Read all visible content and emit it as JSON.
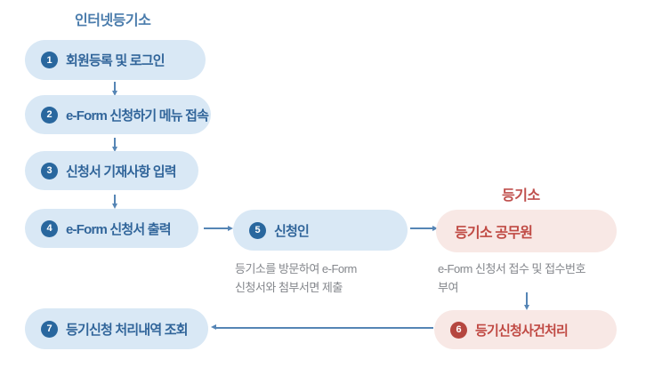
{
  "lanes": {
    "internet_registry_title": "인터넷등기소",
    "registry_office_title": "등기소"
  },
  "steps": [
    {
      "num": "1",
      "label": "회원등록 및 로그인"
    },
    {
      "num": "2",
      "label": "e-Form 신청하기 메뉴 접속"
    },
    {
      "num": "3",
      "label": "신청서 기재사항 입력"
    },
    {
      "num": "4",
      "label": "e-Form 신청서 출력"
    },
    {
      "num": "5",
      "label": "신청인",
      "desc_line1": "등기소를 방문하여 e-Form",
      "desc_line2": "신청서와 첨부서면 제출"
    },
    {
      "num": "6",
      "label": "등기신청사건처리"
    },
    {
      "num": "7",
      "label": "등기신청 처리내역 조회"
    }
  ],
  "officer": {
    "label": "등기소 공무원",
    "desc_line1": "e-Form 신청서 접수 및 접수번호",
    "desc_line2": "부여"
  },
  "colors": {
    "blue_box_bg": "#d9e8f5",
    "pink_box_bg": "#f8e8e5",
    "blue_circle": "#29679e",
    "red_circle": "#b5463f",
    "blue_label": "#31659a",
    "red_label": "#c04a44",
    "blue_title": "#4a7cac",
    "red_title": "#c0504d",
    "desc_text": "#84878c",
    "arrow": "#5585b5"
  }
}
